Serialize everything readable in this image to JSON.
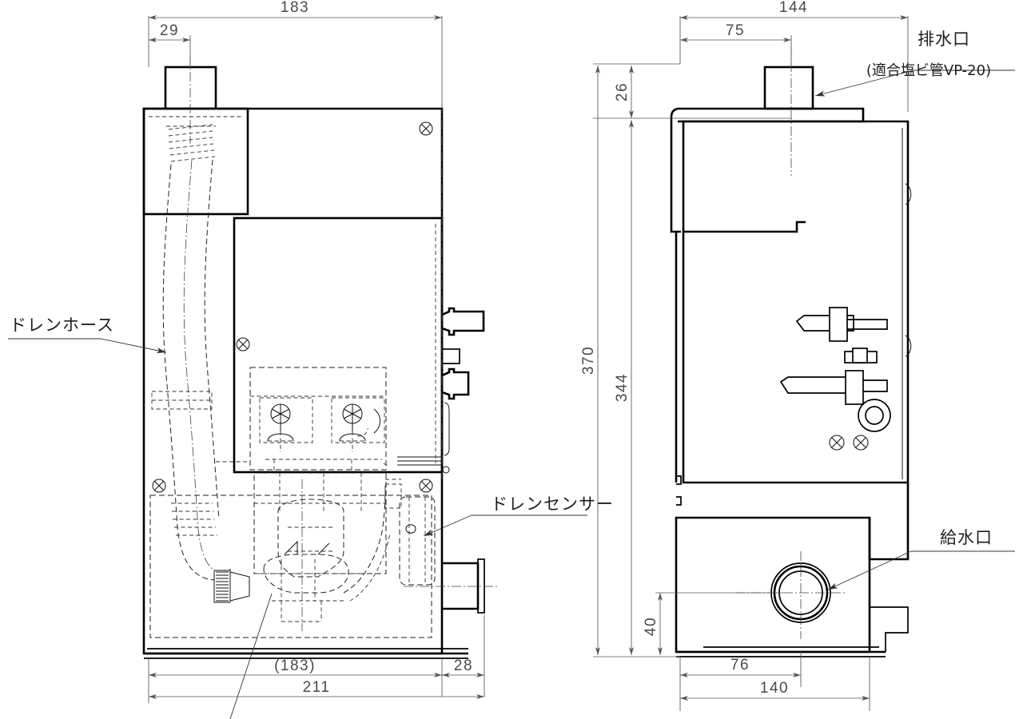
{
  "drawing": {
    "title": "",
    "background": "#ffffff",
    "line_color": "#000000",
    "dimension_color": "#555555"
  },
  "views": {
    "left": {
      "name": "front-section-view",
      "dimensions": {
        "top_overall": "183",
        "top_offset": "29",
        "bottom_body": "(183)",
        "bottom_overall": "211",
        "bottom_nozzle": "28"
      },
      "callouts": {
        "drain_hose": "ドレンホース",
        "drain_sensor": "ドレンセンサー"
      }
    },
    "right": {
      "name": "side-view",
      "dimensions": {
        "top_overall": "144",
        "top_offset": "75",
        "height_overall": "370",
        "height_body": "344",
        "height_collar": "26",
        "inlet_height": "40",
        "inlet_offset": "76",
        "bottom_overall": "140"
      },
      "callouts": {
        "drain_outlet": "排水口",
        "drain_outlet_note": "(適合塩ビ管VP-20)",
        "water_inlet": "給水口"
      }
    }
  }
}
